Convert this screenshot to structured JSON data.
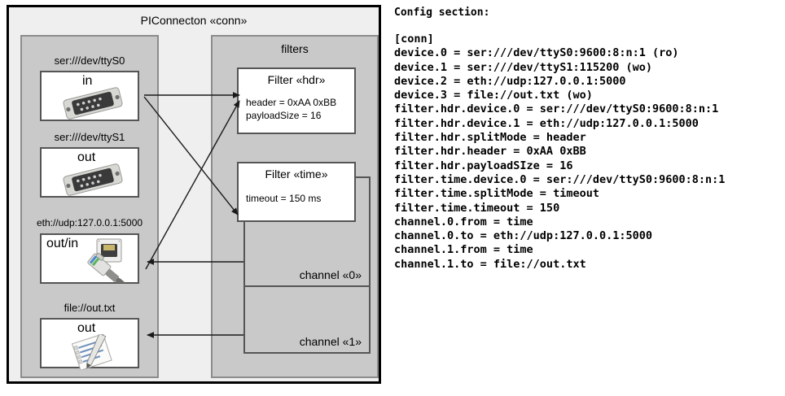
{
  "diagram": {
    "title": "PIConnecton «conn»",
    "devices_group": {
      "title": "",
      "items": [
        {
          "label": "ser:///dev/ttyS0",
          "io": "in",
          "icon": "serial-port-icon"
        },
        {
          "label": "ser:///dev/ttyS1",
          "io": "out",
          "icon": "serial-port-icon"
        },
        {
          "label": "eth://udp:127.0.0.1:5000",
          "io": "out/in",
          "icon": "ethernet-port-icon"
        },
        {
          "label": "file://out.txt",
          "io": "out",
          "icon": "text-file-icon"
        }
      ]
    },
    "filters_group": {
      "title": "filters",
      "cards": [
        {
          "title": "Filter «hdr»",
          "props": [
            "header = 0xAA 0xBB",
            "payloadSize = 16"
          ]
        },
        {
          "title": "Filter «time»",
          "props": [
            "timeout = 150 ms"
          ]
        }
      ],
      "channels": [
        {
          "label": "channel «0»"
        },
        {
          "label": "channel «1»"
        }
      ]
    }
  },
  "config": {
    "heading": "Config section:",
    "text": "[conn]\ndevice.0 = ser:///dev/ttyS0:9600:8:n:1 (ro)\ndevice.1 = ser:///dev/ttyS1:115200 (wo)\ndevice.2 = eth://udp:127.0.0.1:5000\ndevice.3 = file://out.txt (wo)\nfilter.hdr.device.0 = ser:///dev/ttyS0:9600:8:n:1\nfilter.hdr.device.1 = eth://udp:127.0.0.1:5000\nfilter.hdr.splitMode = header\nfilter.hdr.header = 0xAA 0xBB\nfilter.hdr.payloadSIze = 16\nfilter.time.device.0 = ser:///dev/ttyS0:9600:8:n:1\nfilter.time.splitMode = timeout\nfilter.time.timeout = 150\nchannel.0.from = time\nchannel.0.to = eth://udp:127.0.0.1:5000\nchannel.1.from = time\nchannel.1.to = file://out.txt"
  },
  "colors": {
    "frame_bg": "#efefef",
    "group_bg": "#c9c9c9",
    "card_bg": "#ffffff",
    "border_dark": "#000000",
    "border_mid": "#555555",
    "border_light": "#8c8c8c"
  }
}
